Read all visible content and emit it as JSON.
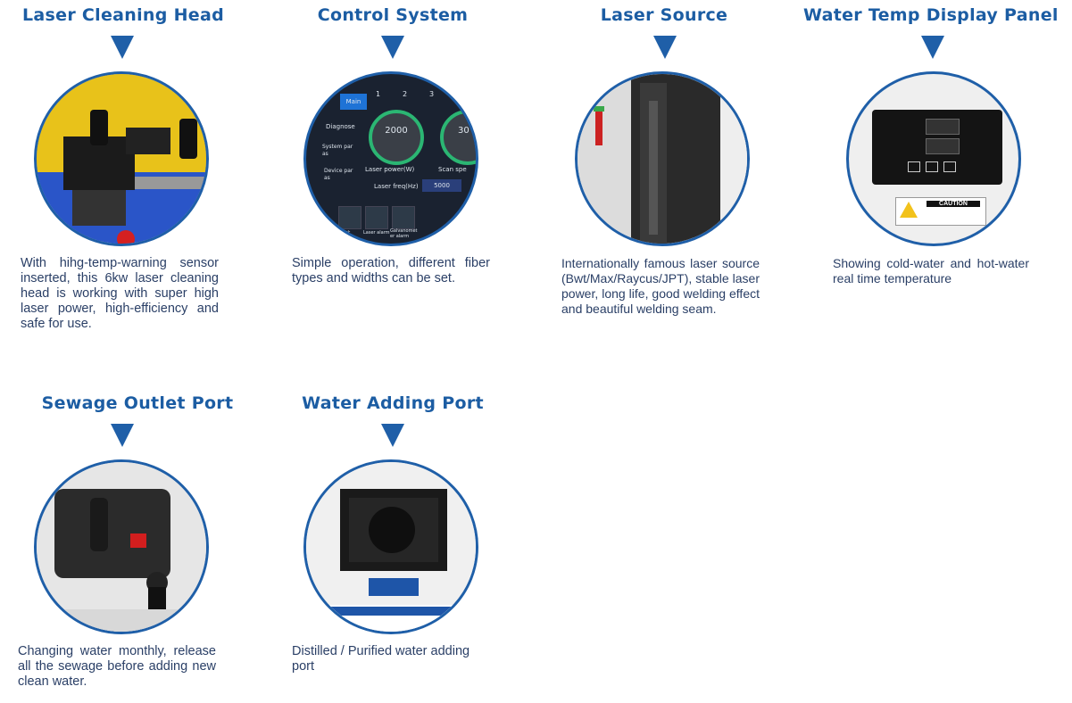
{
  "colors": {
    "accent": "#1f5fa8",
    "title": "#1c5da3",
    "text": "#2a3f66"
  },
  "cards": [
    {
      "title": "Laser Cleaning Head",
      "description": "With hihg-temp-warning sensor inserted, this 6kw laser cleaning head is working with super high laser power, high-efficiency and safe for use."
    },
    {
      "title": "Control System",
      "description": "Simple operation, different fiber types and widths can be set.",
      "screen": {
        "tab_main": "Main",
        "tabs": [
          "1",
          "2",
          "3"
        ],
        "menu": [
          "Diagnose",
          "System par as",
          "Device par as"
        ],
        "power_value": "2000",
        "power_label": "Laser power(W)",
        "scan_label": "Scan spe",
        "scan_value": "30",
        "freq_label": "Laser freq(Hz)",
        "freq_value": "5000",
        "bottom_buttons": [
          "Lock",
          "Laser alarm",
          "Galvanomet er alarm"
        ]
      }
    },
    {
      "title": "Laser Source",
      "description": "Internationally famous laser source (Bwt/Max/Raycus/JPT), stable laser power, long life, good welding effect and beautiful welding seam."
    },
    {
      "title": "Water Temp Display Panel",
      "description": "Showing cold-water and hot-water real time temperature",
      "panel": {
        "caution": "CAUTION"
      }
    },
    {
      "title": "Sewage Outlet Port",
      "description": "Changing water monthly, release all the sewage before adding new clean water."
    },
    {
      "title": "Water Adding Port",
      "description": "Distilled / Purified water adding port"
    }
  ]
}
